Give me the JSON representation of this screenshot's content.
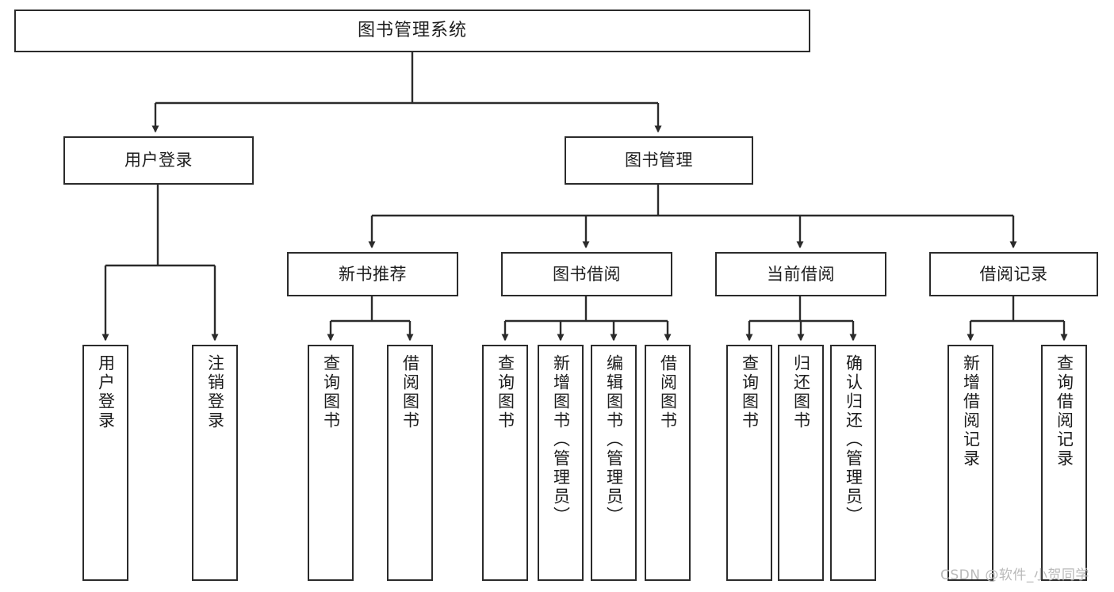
{
  "diagram": {
    "title": "图书管理系统",
    "type": "tree",
    "orientation": "top-down",
    "background_color": "#ffffff",
    "line_color": "#2b2b2b",
    "text_color": "#1d1d1d",
    "nodes": {
      "root": {
        "label": "图书管理系统"
      },
      "level2": [
        {
          "id": "user-login",
          "label": "用户登录"
        },
        {
          "id": "book-manage",
          "label": "图书管理"
        }
      ],
      "level3": [
        {
          "id": "new-book-recommend",
          "label": "新书推荐"
        },
        {
          "id": "book-borrow",
          "label": "图书借阅"
        },
        {
          "id": "current-borrow",
          "label": "当前借阅"
        },
        {
          "id": "borrow-record",
          "label": "借阅记录"
        }
      ],
      "leaves": {
        "user-login": [
          {
            "id": "leaf-user-login",
            "label": "用户登录"
          },
          {
            "id": "leaf-logout-login",
            "label": "注销登录"
          }
        ],
        "new-book-recommend": [
          {
            "id": "leaf-query-book-1",
            "label": "查询图书"
          },
          {
            "id": "leaf-borrow-book-1",
            "label": "借阅图书"
          }
        ],
        "book-borrow": [
          {
            "id": "leaf-query-book-2",
            "label": "查询图书"
          },
          {
            "id": "leaf-add-book",
            "label": "新增图书（管理员）"
          },
          {
            "id": "leaf-edit-book",
            "label": "编辑图书（管理员）"
          },
          {
            "id": "leaf-borrow-book-2",
            "label": "借阅图书"
          }
        ],
        "current-borrow": [
          {
            "id": "leaf-query-book-3",
            "label": "查询图书"
          },
          {
            "id": "leaf-return-book",
            "label": "归还图书"
          },
          {
            "id": "leaf-confirm-return",
            "label": "确认归还（管理员）"
          }
        ],
        "borrow-record": [
          {
            "id": "leaf-add-record",
            "label": "新增借阅记录"
          },
          {
            "id": "leaf-query-record",
            "label": "查询借阅记录"
          }
        ]
      }
    }
  },
  "watermark": {
    "text": "CSDN @软件_小贺同学"
  }
}
